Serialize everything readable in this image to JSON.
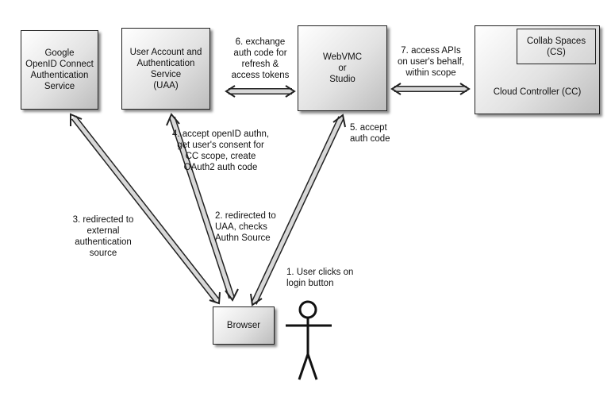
{
  "nodes": {
    "google": "Google\nOpenID Connect\nAuthentication\nService",
    "uaa": "User Account and\nAuthentication\nService\n(UAA)",
    "webvmc": "WebVMC\nor\nStudio",
    "cc": "Cloud Controller (CC)",
    "cs": "Collab Spaces\n(CS)",
    "browser": "Browser"
  },
  "steps": {
    "s1": "1. User clicks on\nlogin button",
    "s2": "2. redirected to\nUAA, checks\nAuthn Source",
    "s3": "3. redirected to\nexternal\nauthentication\nsource",
    "s4": "4. accept openID authn,\nget user's consent for\nCC scope, create\nOAuth2 auth code",
    "s5": "5. accept\nauth code",
    "s6": "6. exchange\nauth code for\nrefresh &\naccess tokens",
    "s7": "7. access APIs\non user's behalf,\nwithin scope"
  }
}
